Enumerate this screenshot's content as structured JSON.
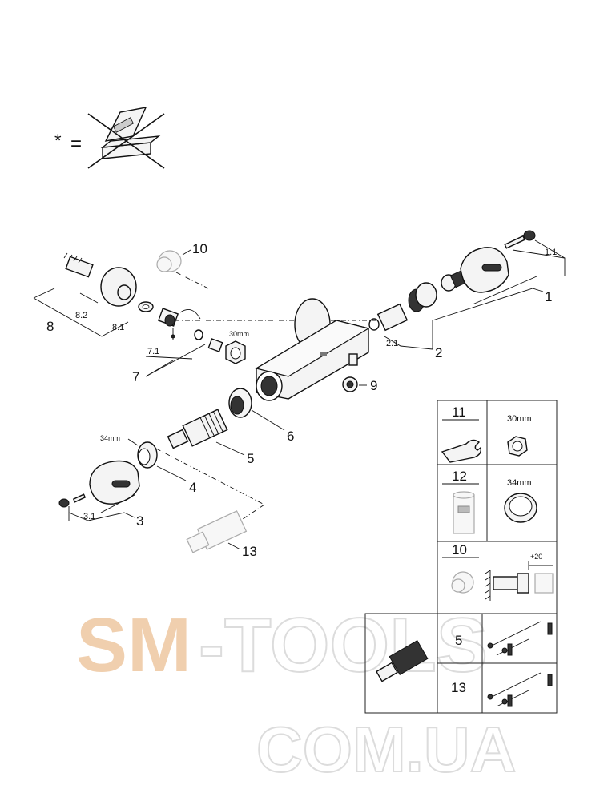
{
  "symbol": {
    "asterisk": "*",
    "equals": "="
  },
  "callouts": {
    "p1": "1",
    "p1_1": "1.1",
    "p2": "2",
    "p2_1": "2.1",
    "p3": "3",
    "p3_1": "3.1",
    "p4": "4",
    "p5": "5",
    "p6": "6",
    "p7": "7",
    "p7_1": "7.1",
    "p8": "8",
    "p8_1": "8.1",
    "p8_2": "8.2",
    "p9": "9",
    "p10": "10",
    "p13": "13",
    "dim_30mm": "30mm",
    "dim_34mm": "34mm"
  },
  "legend": {
    "r11": {
      "num": "11",
      "size": "30mm"
    },
    "r12": {
      "num": "12",
      "size": "34mm"
    },
    "r10": {
      "num": "10",
      "dim": "+20"
    },
    "r5": {
      "num": "5"
    },
    "r13": {
      "num": "13"
    }
  },
  "watermark": {
    "line1_a": "SM",
    "line1_b": "-TOOLS",
    "line2": "COM.UA"
  }
}
